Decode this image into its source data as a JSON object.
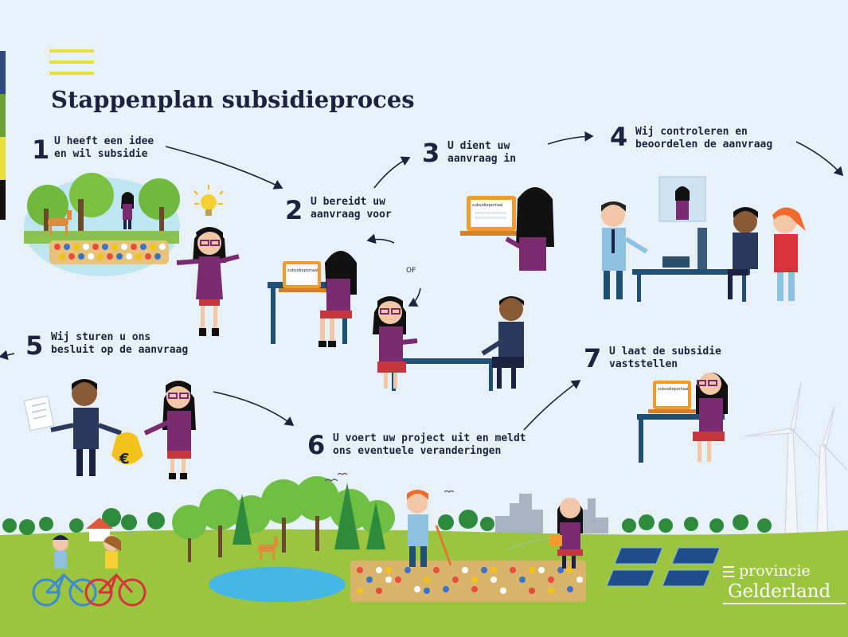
{
  "title": "Stappenplan subsidieproces",
  "steps": [
    {
      "number": "1",
      "line1": "U heeft een idee",
      "line2": "en wil subsidie"
    },
    {
      "number": "2",
      "line1": "U bereidt uw",
      "line2": "aanvraag voor"
    },
    {
      "number": "3",
      "line1": "U dient uw",
      "line2": "aanvraag in"
    },
    {
      "number": "4",
      "line1": "Wij controleren en",
      "line2": "beoordelen de aanvraag"
    },
    {
      "number": "5",
      "line1": "Wij sturen u ons",
      "line2": "besluit op de aanvraag"
    },
    {
      "number": "6",
      "line1": "U voert uw project uit en meldt",
      "line2": "ons eventuele veranderingen"
    },
    {
      "number": "7",
      "line1": "U laat de subsidie",
      "line2": "vaststellen"
    }
  ],
  "or_label": "OF",
  "screen_label": "subsidieportaal",
  "euro_symbol": "€",
  "logo": {
    "line1": "provincie",
    "line2": "Gelderland"
  },
  "colors": {
    "background": "#e9f1f8",
    "navy": "#1b2340",
    "accent_yellow": "#e6df3c",
    "grass": "#9bc43f",
    "orange": "#f39a2e",
    "purple": "#7a2a6e"
  },
  "icons": [
    "menu-icon",
    "lightbulb-icon",
    "laptop-icon",
    "desk-icon",
    "euro-bag-icon",
    "wind-turbine-icon",
    "solar-panel-icon",
    "bicycle-icon",
    "tree-icon"
  ]
}
